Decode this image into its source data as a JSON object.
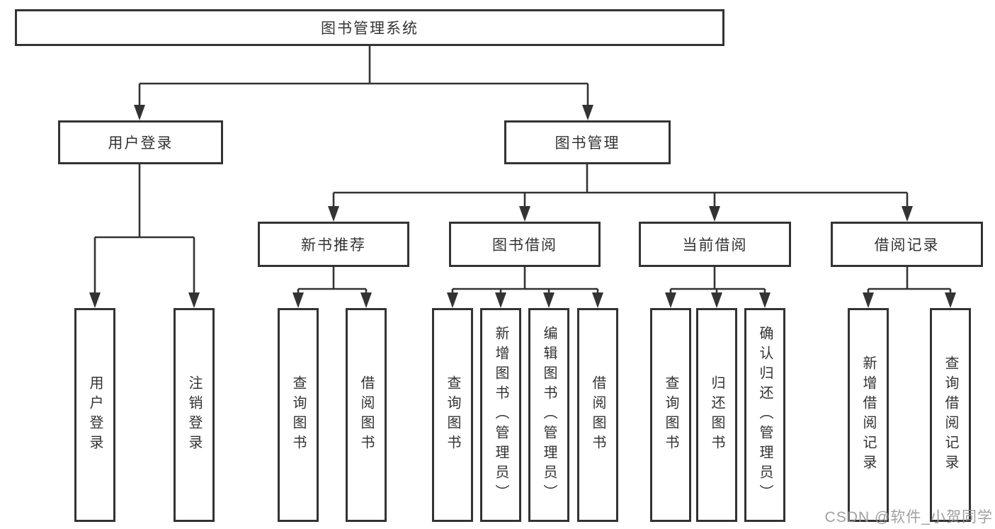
{
  "nodes": {
    "root": "图书管理系统",
    "user_login": "用户登录",
    "book_management": "图书管理",
    "new_book_recommend": "新书推荐",
    "book_borrow": "图书借阅",
    "current_borrow": "当前借阅",
    "borrow_record": "借阅记录",
    "leaf_user_login": "用户登录",
    "leaf_logout": "注销登录",
    "leaf_nr_query_book": "查询图书",
    "leaf_nr_borrow_book": "借阅图书",
    "leaf_bb_query_book": "查询图书",
    "leaf_bb_add_book": "新增图书（管理员）",
    "leaf_bb_edit_book": "编辑图书（管理员）",
    "leaf_bb_borrow_book": "借阅图书",
    "leaf_cb_query_book": "查询图书",
    "leaf_cb_return_book": "归还图书",
    "leaf_cb_confirm_return": "确认归还（管理员）",
    "leaf_br_add_record": "新增借阅记录",
    "leaf_br_query_record": "查询借阅记录"
  },
  "watermark": "CSDN @软件_小贺同学",
  "colors": {
    "line": "#333333",
    "text": "#333333",
    "background": "#ffffff",
    "watermark": "#969696"
  }
}
